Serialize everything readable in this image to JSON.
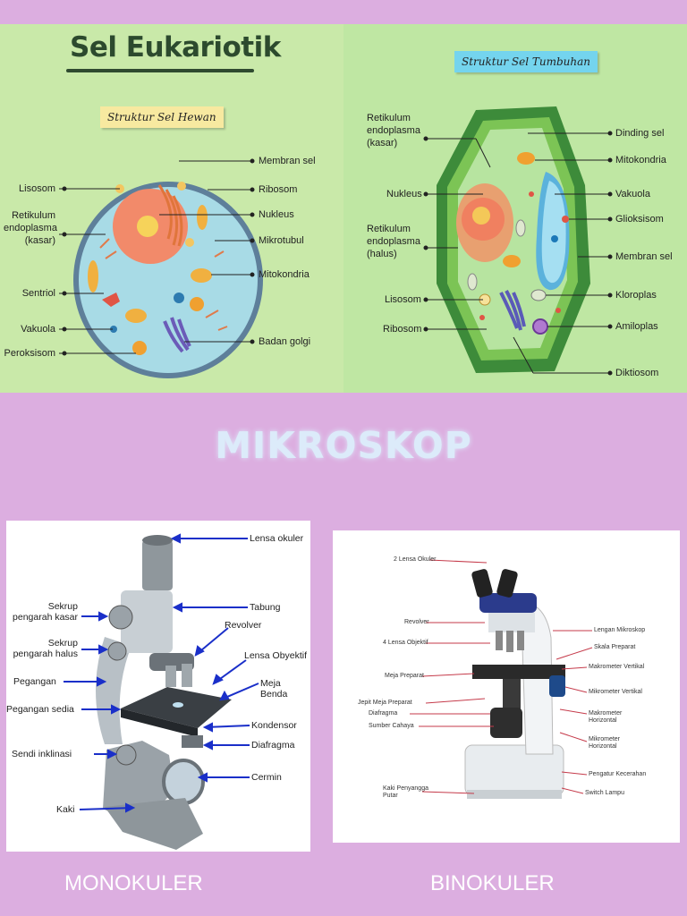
{
  "animal_cell": {
    "title": "Sel Eukariotik",
    "tag": "Struktur Sel Hewan",
    "labels_left": [
      "Lisosom",
      "Retikulum\nendoplasma\n(kasar)",
      "Sentriol",
      "Vakuola",
      "Peroksisom"
    ],
    "labels_right": [
      "Membran sel",
      "Ribosom",
      "Nukleus",
      "Mikrotubul",
      "Mitokondria",
      "Badan golgi"
    ]
  },
  "plant_cell": {
    "tag": "Struktur Sel Tumbuhan",
    "labels_left": [
      "Retikulum\nendoplasma\n(kasar)",
      "Nukleus",
      "Retikulum\nendoplasma\n(halus)",
      "Lisosom",
      "Ribosom"
    ],
    "labels_right": [
      "Dinding sel",
      "Mitokondria",
      "Vakuola",
      "Glioksisom",
      "Membran sel",
      "Kloroplas",
      "Amiloplas",
      "Diktiosom"
    ]
  },
  "section_title": "MIKROSKOP",
  "monocular": {
    "labels": [
      "Lensa okuler",
      "Tabung",
      "Revolver",
      "Lensa Obyektif",
      "Meja Benda",
      "Kondensor",
      "Diafragma",
      "Cermin",
      "Sekrup\npengarah kasar",
      "Sekrup\npengarah halus",
      "Pegangan",
      "Pegangan sedia",
      "Sendi inklinasi",
      "Kaki"
    ],
    "caption": "MONOKULER"
  },
  "binocular": {
    "labels": [
      "2 Lensa Okuler",
      "Revolver",
      "4 Lensa Objektif",
      "Meja Preparat",
      "Jepit Meja Preparat",
      "Diafragma",
      "Sumber Cahaya",
      "Kaki Penyangga\nPutar",
      "Lengan Mikroskop",
      "Skala Preparat",
      "Makrometer Vertikal",
      "Mikrometer Vertikal",
      "Makrometer\nHorizontal",
      "Mikrometer\nHorizontal",
      "Pengatur Kecerahan",
      "Switch Lampu"
    ],
    "caption": "BINOKULER"
  },
  "colors": {
    "background": "#dcaee0",
    "cell_panel_green": "#c9e9a9",
    "title_text": "#2c4a2e",
    "arrow_blue": "#1a2fc9",
    "tag_yellow": "#f7e9a0",
    "tag_cyan": "#74d4ee"
  }
}
